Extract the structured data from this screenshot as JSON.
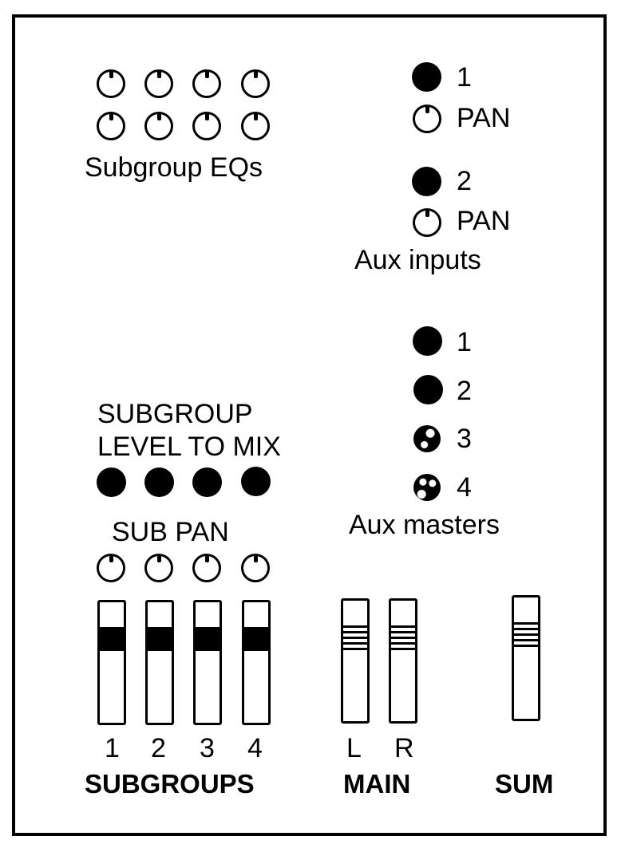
{
  "diagram": {
    "subgroup_eqs": {
      "label": "Subgroup EQs",
      "rows": 2,
      "knobs_per_row": 4
    },
    "aux_inputs": {
      "label": "Aux inputs",
      "channels": [
        {
          "number": "1",
          "pan_label": "PAN"
        },
        {
          "number": "2",
          "pan_label": "PAN"
        }
      ]
    },
    "aux_masters": {
      "label": "Aux masters",
      "items": [
        {
          "number": "1",
          "style": "solid"
        },
        {
          "number": "2",
          "style": "solid"
        },
        {
          "number": "3",
          "style": "mottled"
        },
        {
          "number": "4",
          "style": "mottled"
        }
      ]
    },
    "subgroup_level_to_mix": {
      "label_line1": "SUBGROUP",
      "label_line2": "LEVEL TO MIX",
      "count": 4
    },
    "sub_pan": {
      "label": "SUB PAN",
      "count": 4
    },
    "subgroups": {
      "label": "SUBGROUPS",
      "faders": [
        "1",
        "2",
        "3",
        "4"
      ]
    },
    "main": {
      "label": "MAIN",
      "faders": [
        "L",
        "R"
      ]
    },
    "sum": {
      "label": "SUM"
    }
  }
}
